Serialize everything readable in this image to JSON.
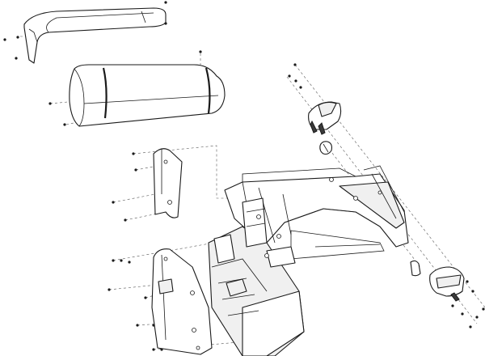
{
  "diagram": {
    "type": "exploded-assembly",
    "parts": [
      {
        "id": "top-cover",
        "kind": "shroud"
      },
      {
        "id": "upper-housing",
        "kind": "rounded-box"
      },
      {
        "id": "side-panel-small",
        "kind": "plate"
      },
      {
        "id": "side-panel-large",
        "kind": "plate"
      },
      {
        "id": "main-frame",
        "kind": "frame"
      },
      {
        "id": "end-cap-upper",
        "kind": "cap"
      },
      {
        "id": "end-cap-lower",
        "kind": "cap"
      },
      {
        "id": "knob-upper",
        "kind": "knob"
      },
      {
        "id": "knob-lower",
        "kind": "knob"
      }
    ]
  }
}
